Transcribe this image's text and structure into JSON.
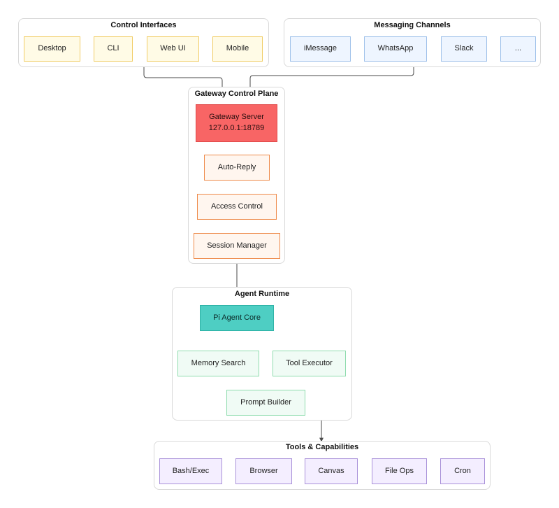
{
  "groups": {
    "control": {
      "title": "Control Interfaces",
      "nodes": {
        "desktop": "Desktop",
        "cli": "CLI",
        "webui": "Web UI",
        "mobile": "Mobile"
      }
    },
    "messaging": {
      "title": "Messaging Channels",
      "nodes": {
        "imessage": "iMessage",
        "whatsapp": "WhatsApp",
        "slack": "Slack",
        "more": "..."
      }
    },
    "gateway": {
      "title": "Gateway Control Plane",
      "nodes": {
        "server": "Gateway Server\n127.0.0.1:18789",
        "autoreply": "Auto-Reply",
        "access": "Access Control",
        "session": "Session Manager"
      }
    },
    "runtime": {
      "title": "Agent Runtime",
      "nodes": {
        "core": "Pi Agent Core",
        "memory": "Memory Search",
        "tool": "Tool Executor",
        "prompt": "Prompt Builder"
      }
    },
    "tools": {
      "title": "Tools & Capabilities",
      "nodes": {
        "bash": "Bash/Exec",
        "browser": "Browser",
        "canvas": "Canvas",
        "fileops": "File Ops",
        "cron": "Cron"
      }
    }
  },
  "colors": {
    "edge": "#4a4a4a",
    "interface": "#f1cd66",
    "channel": "#9fc1ea",
    "server": "#f86565",
    "gateway": "#ee8a4a",
    "core": "#4ecec3",
    "runtime": "#8fdcae",
    "tool": "#a991d9"
  }
}
